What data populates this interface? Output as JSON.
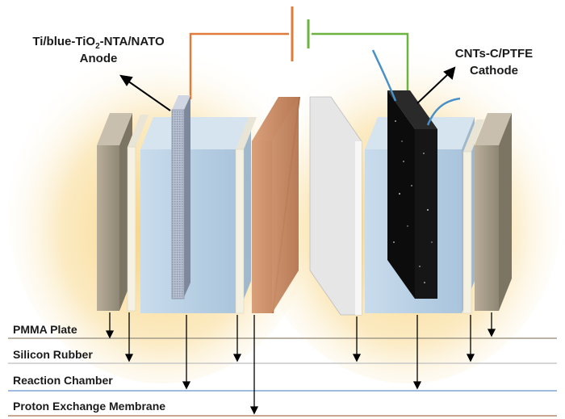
{
  "anode_label": {
    "line1_parts": [
      "Ti/blue-TiO",
      "2",
      "-NTA/NATO"
    ],
    "line2": "Anode"
  },
  "cathode_label": {
    "line1": "CNTs-C/PTFE",
    "line2": "Cathode"
  },
  "legend": [
    {
      "label": "PMMA Plate",
      "color": "#a39a8a"
    },
    {
      "label": "Silicon Rubber",
      "color": "#c8c8c8"
    },
    {
      "label": "Reaction Chamber",
      "color": "#7fa6d6"
    },
    {
      "label": "Proton Exchange Membrane",
      "color": "#b5896c"
    }
  ],
  "colors": {
    "anode_wire": "#e07b39",
    "cathode_wire": "#6cb33f",
    "glow": "#f7c04a",
    "pmma": "#a89f8e",
    "chamber": "#bcd3e6",
    "membrane": "#c98a62",
    "anode": "#a9b4c8",
    "cathode": "#111111"
  }
}
